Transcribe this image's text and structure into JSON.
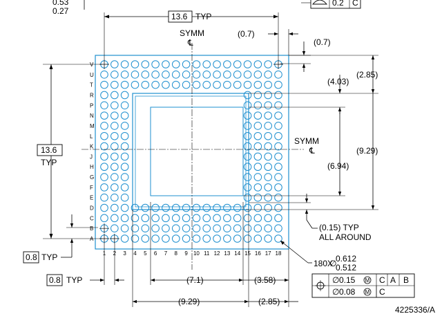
{
  "texts": {
    "top_left_1": "0.53",
    "top_left_2": "0.27",
    "flat_tol": "0.2",
    "flat_ref": "C",
    "top_span": "13.6",
    "top_span_typ": "TYP",
    "symm_top": "SYMM",
    "cl_sym": "℄",
    "ref_07a": "(0.7)",
    "ref_07b": "(0.7)",
    "ref_285r": "(2.85)",
    "ref_403": "(4.03)",
    "symm_right": "SYMM",
    "ref_929r": "(9.29)",
    "ref_694": "(6.94)",
    "left_span": "13.6",
    "left_span_typ": "TYP",
    "pitch_v": "0.8",
    "pitch_typ": "TYP",
    "pitch_h": "0.8",
    "pitch_h_typ": "TYP",
    "gap_015": "(0.15) TYP",
    "all_around": "ALL AROUND",
    "ball_count": "180X",
    "ball_sym": "∅",
    "ball_max": "0.612",
    "ball_min": "0.512",
    "ref_71": "(7.1)",
    "ref_358": "(3.58)",
    "ref_929b": "(9.29)",
    "ref_285b": "(2.85)",
    "fcf1_tol": "0.15",
    "fcf1_m": "M",
    "fcf1_a": "C",
    "fcf1_b": "A",
    "fcf1_c": "B",
    "fcf2_tol": "0.08",
    "fcf2_m": "M",
    "fcf2_a": "C",
    "dia": "∅",
    "drawing_no": "4225336/A"
  },
  "rows": [
    "V",
    "U",
    "T",
    "R",
    "P",
    "N",
    "M",
    "L",
    "K",
    "J",
    "H",
    "G",
    "F",
    "E",
    "D",
    "C",
    "B",
    "A"
  ],
  "cols": [
    "1",
    "2",
    "3",
    "4",
    "5",
    "6",
    "7",
    "8",
    "9",
    "10",
    "11",
    "12",
    "13",
    "14",
    "15",
    "16",
    "17",
    "18"
  ],
  "colors": {
    "package_outline": "#1e8fcf",
    "ink": "#000000"
  }
}
